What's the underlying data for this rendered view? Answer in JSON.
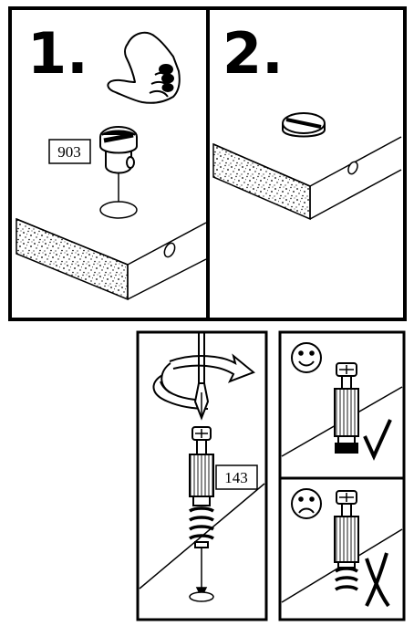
{
  "colors": {
    "ink": "#000000",
    "paper": "#ffffff"
  },
  "top_panels": [
    {
      "step": "1.",
      "part_code": "903"
    },
    {
      "step": "2."
    }
  ],
  "bottom_panels": {
    "main": {
      "part_code": "143"
    },
    "correct": {
      "face": "smiley-face-icon",
      "mark": "checkmark-icon"
    },
    "incorrect": {
      "face": "frowning-face-icon",
      "mark": "x-mark-icon"
    }
  }
}
